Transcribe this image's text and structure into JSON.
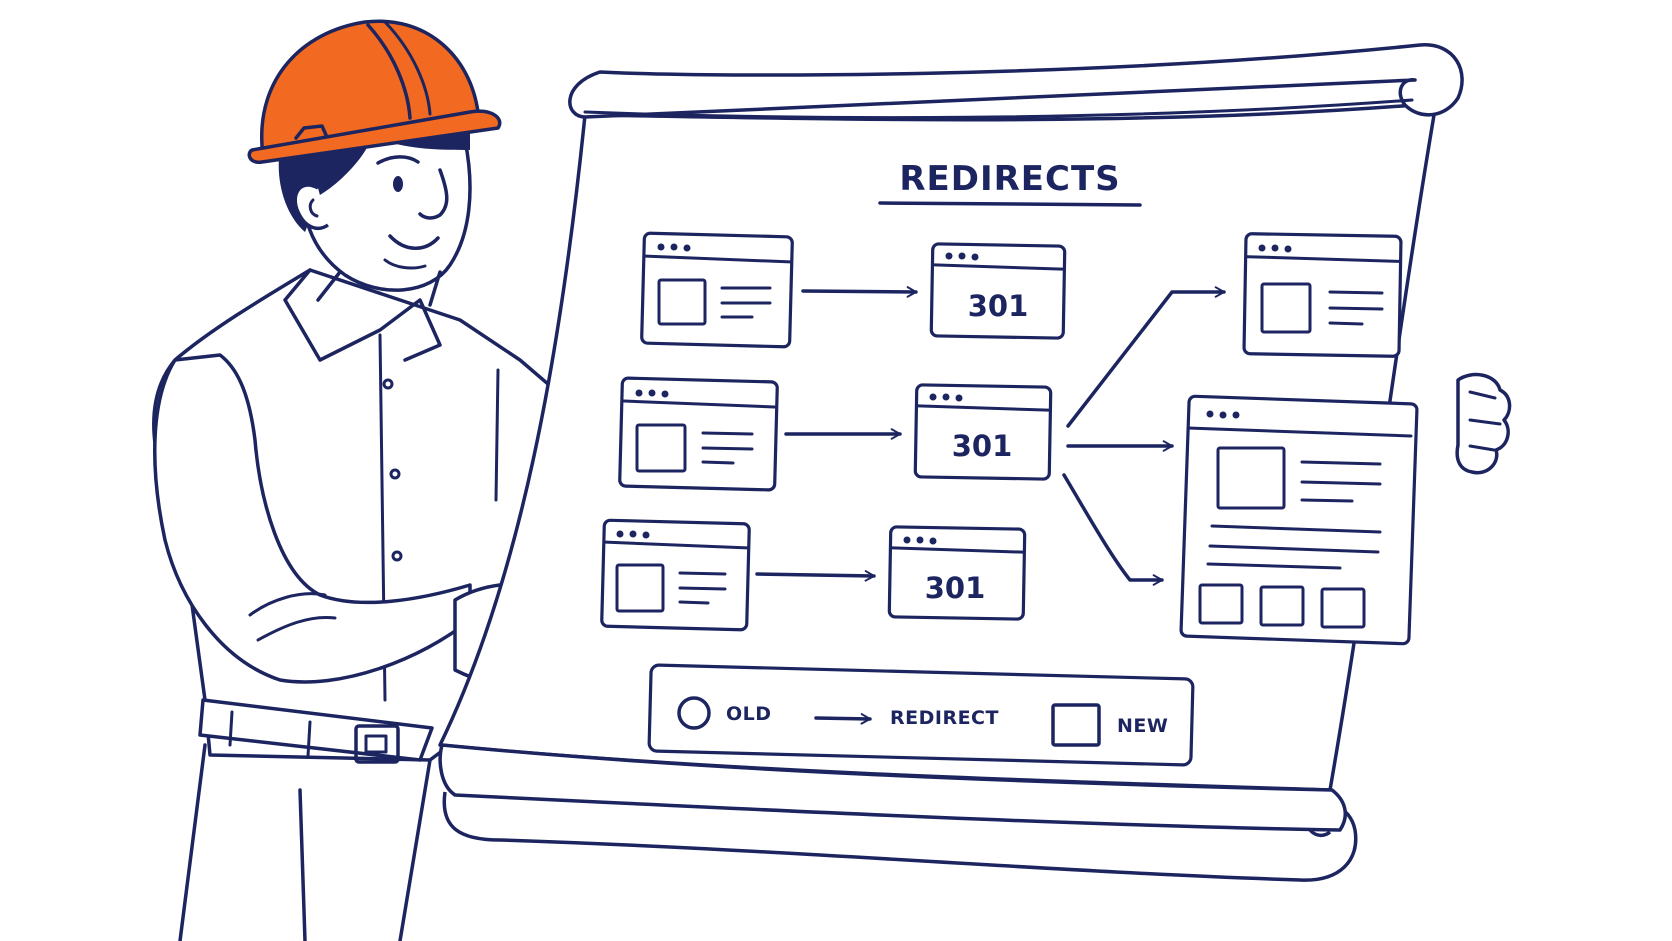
{
  "diagram": {
    "title": "REDIRECTS",
    "redirect_code_1": "301",
    "redirect_code_2": "301",
    "redirect_code_3": "301",
    "legend": {
      "old_label": "OLD",
      "redirect_label": "REDIRECT",
      "new_label": "NEW"
    }
  },
  "colors": {
    "ink": "#1c2560",
    "hard_hat": "#f26a21",
    "background": "#ffffff"
  }
}
